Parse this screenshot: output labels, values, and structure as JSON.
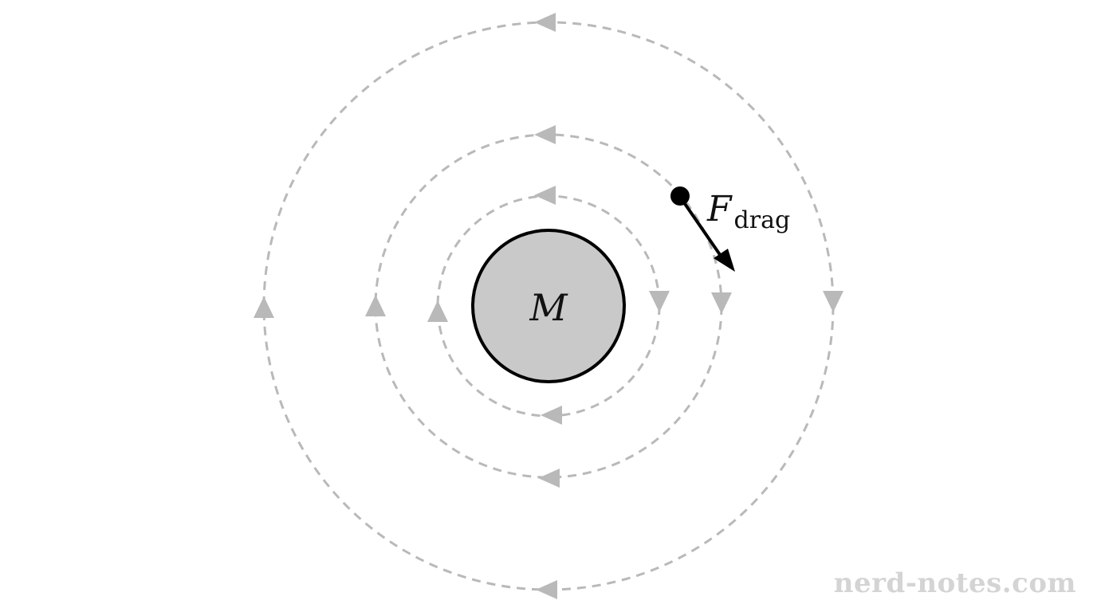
{
  "diagram": {
    "mass_label": "M",
    "force_label": "F",
    "force_subscript": "drag",
    "orbit_color": "#b9b9b9",
    "planet_fill": "#c9c9c9",
    "outline_color": "#000000"
  },
  "watermark": {
    "text": "nerd-notes.com"
  }
}
